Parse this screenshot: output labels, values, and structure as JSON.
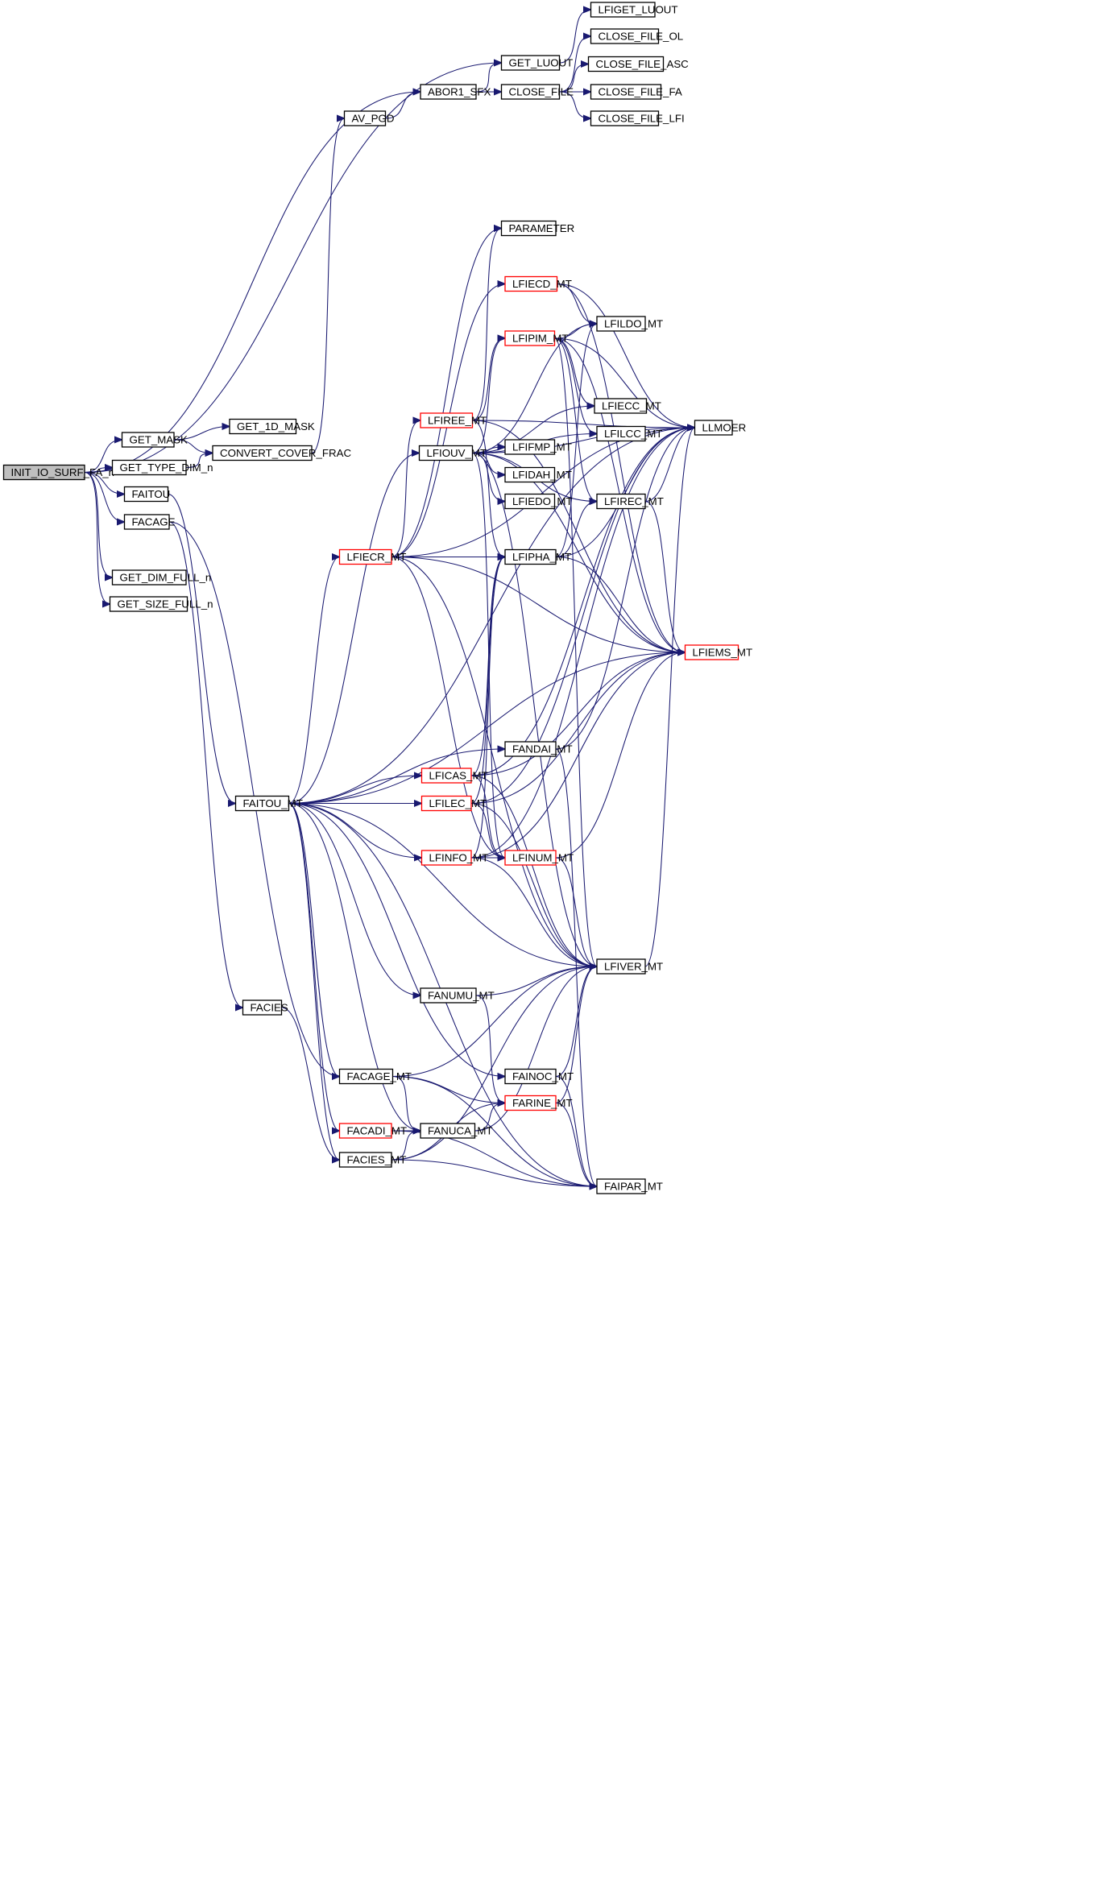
{
  "diagram": {
    "type": "call-graph",
    "colors": {
      "edge": "#191970",
      "box_border": "#000000",
      "box_border_linked": "#ff0000",
      "root_fill": "#bfbfbf",
      "background": "#ffffff"
    },
    "nodes": [
      {
        "id": "init",
        "label": "INIT_IO_SURF_FA_n",
        "style": "root"
      },
      {
        "id": "get_luout",
        "label": "GET_LUOUT",
        "style": "normal"
      },
      {
        "id": "abor1_sfx",
        "label": "ABOR1_SFX",
        "style": "normal"
      },
      {
        "id": "lfiget_luout",
        "label": "LFIGET_LUOUT",
        "style": "normal"
      },
      {
        "id": "close_file",
        "label": "CLOSE_FILE",
        "style": "normal"
      },
      {
        "id": "close_file_ol",
        "label": "CLOSE_FILE_OL",
        "style": "normal"
      },
      {
        "id": "close_file_asc",
        "label": "CLOSE_FILE_ASC",
        "style": "normal"
      },
      {
        "id": "close_file_fa",
        "label": "CLOSE_FILE_FA",
        "style": "normal"
      },
      {
        "id": "close_file_lfi",
        "label": "CLOSE_FILE_LFI",
        "style": "normal"
      },
      {
        "id": "av_pgd",
        "label": "AV_PGD",
        "style": "normal"
      },
      {
        "id": "get_mask",
        "label": "GET_MASK",
        "style": "normal"
      },
      {
        "id": "get_1d_mask",
        "label": "GET_1D_MASK",
        "style": "normal"
      },
      {
        "id": "convert_cover_frac",
        "label": "CONVERT_COVER_FRAC",
        "style": "normal"
      },
      {
        "id": "get_type_dim_n",
        "label": "GET_TYPE_DIM_n",
        "style": "normal"
      },
      {
        "id": "faitou",
        "label": "FAITOU",
        "style": "normal"
      },
      {
        "id": "facage",
        "label": "FACAGE",
        "style": "normal"
      },
      {
        "id": "get_dim_full_n",
        "label": "GET_DIM_FULL_n",
        "style": "normal"
      },
      {
        "id": "get_size_full_n",
        "label": "GET_SIZE_FULL_n",
        "style": "normal"
      },
      {
        "id": "faitou_mt",
        "label": "FAITOU_MT",
        "style": "normal"
      },
      {
        "id": "facies",
        "label": "FACIES",
        "style": "normal"
      },
      {
        "id": "lfiecr_mt",
        "label": "LFIECR_MT",
        "style": "linked"
      },
      {
        "id": "parameter",
        "label": "PARAMETER",
        "style": "normal"
      },
      {
        "id": "lfiecd_mt",
        "label": "LFIECD_MT",
        "style": "linked"
      },
      {
        "id": "lfildo_mt",
        "label": "LFILDO_MT",
        "style": "normal"
      },
      {
        "id": "lfipim_mt",
        "label": "LFIPIM_MT",
        "style": "linked"
      },
      {
        "id": "lfiree_mt",
        "label": "LFIREE_MT",
        "style": "linked"
      },
      {
        "id": "lfiecc_mt",
        "label": "LFIECC_MT",
        "style": "normal"
      },
      {
        "id": "lfilcc_mt",
        "label": "LFILCC_MT",
        "style": "normal"
      },
      {
        "id": "llmoer",
        "label": "LLMOER",
        "style": "normal"
      },
      {
        "id": "lfiouv_mt",
        "label": "LFIOUV_MT",
        "style": "normal"
      },
      {
        "id": "lfifmp_mt",
        "label": "LFIFMP_MT",
        "style": "normal"
      },
      {
        "id": "lfidah_mt",
        "label": "LFIDAH_MT",
        "style": "normal"
      },
      {
        "id": "lfiedo_mt",
        "label": "LFIEDO_MT",
        "style": "normal"
      },
      {
        "id": "lfirec_mt",
        "label": "LFIREC_MT",
        "style": "normal"
      },
      {
        "id": "lfipha_mt",
        "label": "LFIPHA_MT",
        "style": "normal"
      },
      {
        "id": "lfiems_mt",
        "label": "LFIEMS_MT",
        "style": "linked"
      },
      {
        "id": "fandai_mt",
        "label": "FANDAI_MT",
        "style": "normal"
      },
      {
        "id": "lficas_mt",
        "label": "LFICAS_MT",
        "style": "linked"
      },
      {
        "id": "lfilec_mt",
        "label": "LFILEC_MT",
        "style": "linked"
      },
      {
        "id": "lfinfo_mt",
        "label": "LFINFO_MT",
        "style": "linked"
      },
      {
        "id": "lfinum_mt",
        "label": "LFINUM_MT",
        "style": "linked"
      },
      {
        "id": "lfiver_mt",
        "label": "LFIVER_MT",
        "style": "normal"
      },
      {
        "id": "fanumu_mt",
        "label": "FANUMU_MT",
        "style": "normal"
      },
      {
        "id": "facage_mt",
        "label": "FACAGE_MT",
        "style": "normal"
      },
      {
        "id": "fainoc_mt",
        "label": "FAINOC_MT",
        "style": "normal"
      },
      {
        "id": "farine_mt",
        "label": "FARINE_MT",
        "style": "linked"
      },
      {
        "id": "facadi_mt",
        "label": "FACADI_MT",
        "style": "linked"
      },
      {
        "id": "fanuca_mt",
        "label": "FANUCA_MT",
        "style": "normal"
      },
      {
        "id": "facies_mt",
        "label": "FACIES_MT",
        "style": "normal"
      },
      {
        "id": "faipar_mt",
        "label": "FAIPAR_MT",
        "style": "normal"
      }
    ],
    "edges": [
      [
        "init",
        "get_luout"
      ],
      [
        "init",
        "abor1_sfx"
      ],
      [
        "init",
        "get_mask"
      ],
      [
        "init",
        "get_type_dim_n"
      ],
      [
        "init",
        "faitou"
      ],
      [
        "init",
        "facage"
      ],
      [
        "init",
        "get_dim_full_n"
      ],
      [
        "init",
        "get_size_full_n"
      ],
      [
        "get_luout",
        "lfiget_luout"
      ],
      [
        "abor1_sfx",
        "get_luout"
      ],
      [
        "abor1_sfx",
        "close_file"
      ],
      [
        "close_file",
        "close_file_ol"
      ],
      [
        "close_file",
        "close_file_asc"
      ],
      [
        "close_file",
        "close_file_fa"
      ],
      [
        "close_file",
        "close_file_lfi"
      ],
      [
        "av_pgd",
        "abor1_sfx"
      ],
      [
        "get_mask",
        "get_1d_mask"
      ],
      [
        "get_mask",
        "convert_cover_frac"
      ],
      [
        "get_type_dim_n",
        "convert_cover_frac"
      ],
      [
        "convert_cover_frac",
        "av_pgd"
      ],
      [
        "faitou",
        "faitou_mt"
      ],
      [
        "facage",
        "facies"
      ],
      [
        "facage",
        "facage_mt"
      ],
      [
        "facies",
        "facies_mt"
      ],
      [
        "faitou_mt",
        "llmoer"
      ],
      [
        "faitou_mt",
        "lfiecr_mt"
      ],
      [
        "faitou_mt",
        "lfiouv_mt"
      ],
      [
        "faitou_mt",
        "fandai_mt"
      ],
      [
        "faitou_mt",
        "lficas_mt"
      ],
      [
        "faitou_mt",
        "lfilec_mt"
      ],
      [
        "faitou_mt",
        "lfinfo_mt"
      ],
      [
        "faitou_mt",
        "lfiver_mt"
      ],
      [
        "faitou_mt",
        "fanumu_mt"
      ],
      [
        "faitou_mt",
        "facage_mt"
      ],
      [
        "faitou_mt",
        "fainoc_mt"
      ],
      [
        "faitou_mt",
        "facadi_mt"
      ],
      [
        "faitou_mt",
        "fanuca_mt"
      ],
      [
        "faitou_mt",
        "facies_mt"
      ],
      [
        "faitou_mt",
        "faipar_mt"
      ],
      [
        "faitou_mt",
        "lfiems_mt"
      ],
      [
        "lfiecr_mt",
        "parameter"
      ],
      [
        "lfiecr_mt",
        "lfiecd_mt"
      ],
      [
        "lfiecr_mt",
        "lfiree_mt"
      ],
      [
        "lfiecr_mt",
        "lfipha_mt"
      ],
      [
        "lfiecr_mt",
        "lfiems_mt"
      ],
      [
        "lfiecr_mt",
        "llmoer"
      ],
      [
        "lfiecr_mt",
        "lfiver_mt"
      ],
      [
        "lfiecr_mt",
        "lfinum_mt"
      ],
      [
        "lfiecd_mt",
        "lfildo_mt"
      ],
      [
        "lfiecd_mt",
        "llmoer"
      ],
      [
        "lfiecd_mt",
        "lfiems_mt"
      ],
      [
        "lfipim_mt",
        "lfildo_mt"
      ],
      [
        "lfipim_mt",
        "lfiecc_mt"
      ],
      [
        "lfipim_mt",
        "lfilcc_mt"
      ],
      [
        "lfipim_mt",
        "lfirec_mt"
      ],
      [
        "lfipim_mt",
        "llmoer"
      ],
      [
        "lfipim_mt",
        "lfiems_mt"
      ],
      [
        "lfipim_mt",
        "lfiver_mt"
      ],
      [
        "lfiree_mt",
        "lfipim_mt"
      ],
      [
        "lfiree_mt",
        "llmoer"
      ],
      [
        "lfiree_mt",
        "lfiems_mt"
      ],
      [
        "lfiree_mt",
        "lfipha_mt"
      ],
      [
        "lfiree_mt",
        "parameter"
      ],
      [
        "lfiouv_mt",
        "lfifmp_mt"
      ],
      [
        "lfiouv_mt",
        "lfidah_mt"
      ],
      [
        "lfiouv_mt",
        "lfiedo_mt"
      ],
      [
        "lfiouv_mt",
        "lfirec_mt"
      ],
      [
        "lfiouv_mt",
        "lfiecc_mt"
      ],
      [
        "lfiouv_mt",
        "lfilcc_mt"
      ],
      [
        "lfiouv_mt",
        "lfildo_mt"
      ],
      [
        "lfiouv_mt",
        "lfipim_mt"
      ],
      [
        "lfiouv_mt",
        "llmoer"
      ],
      [
        "lfiouv_mt",
        "lfiems_mt"
      ],
      [
        "lfiouv_mt",
        "lfiver_mt"
      ],
      [
        "lfiouv_mt",
        "lfinum_mt"
      ],
      [
        "lfirec_mt",
        "llmoer"
      ],
      [
        "lfirec_mt",
        "lfiems_mt"
      ],
      [
        "lfipha_mt",
        "lfirec_mt"
      ],
      [
        "lfipha_mt",
        "llmoer"
      ],
      [
        "lfipha_mt",
        "lfiems_mt"
      ],
      [
        "lfipha_mt",
        "lfildo_mt"
      ],
      [
        "fandai_mt",
        "llmoer"
      ],
      [
        "fandai_mt",
        "faipar_mt"
      ],
      [
        "lficas_mt",
        "lfipha_mt"
      ],
      [
        "lficas_mt",
        "lfinum_mt"
      ],
      [
        "lficas_mt",
        "llmoer"
      ],
      [
        "lficas_mt",
        "lfiems_mt"
      ],
      [
        "lficas_mt",
        "lfiver_mt"
      ],
      [
        "lfilec_mt",
        "lfipha_mt"
      ],
      [
        "lfilec_mt",
        "lfinum_mt"
      ],
      [
        "lfilec_mt",
        "llmoer"
      ],
      [
        "lfilec_mt",
        "lfiems_mt"
      ],
      [
        "lfilec_mt",
        "lfiver_mt"
      ],
      [
        "lfinfo_mt",
        "lfipha_mt"
      ],
      [
        "lfinfo_mt",
        "lfinum_mt"
      ],
      [
        "lfinfo_mt",
        "llmoer"
      ],
      [
        "lfinfo_mt",
        "lfiems_mt"
      ],
      [
        "lfinfo_mt",
        "lfiver_mt"
      ],
      [
        "lfinum_mt",
        "lfiems_mt"
      ],
      [
        "lfinum_mt",
        "lfiver_mt"
      ],
      [
        "lfiver_mt",
        "llmoer"
      ],
      [
        "fanumu_mt",
        "lfiver_mt"
      ],
      [
        "fanumu_mt",
        "farine_mt"
      ],
      [
        "facage_mt",
        "lfiver_mt"
      ],
      [
        "facage_mt",
        "farine_mt"
      ],
      [
        "facage_mt",
        "fanuca_mt"
      ],
      [
        "facage_mt",
        "faipar_mt"
      ],
      [
        "fainoc_mt",
        "lfiver_mt"
      ],
      [
        "fainoc_mt",
        "faipar_mt"
      ],
      [
        "farine_mt",
        "lfiver_mt"
      ],
      [
        "farine_mt",
        "faipar_mt"
      ],
      [
        "facadi_mt",
        "fanuca_mt"
      ],
      [
        "facadi_mt",
        "faipar_mt"
      ],
      [
        "fanuca_mt",
        "farine_mt"
      ],
      [
        "fanuca_mt",
        "lfiver_mt"
      ],
      [
        "facies_mt",
        "fanuca_mt"
      ],
      [
        "facies_mt",
        "farine_mt"
      ],
      [
        "facies_mt",
        "lfiver_mt"
      ],
      [
        "facies_mt",
        "faipar_mt"
      ]
    ]
  }
}
